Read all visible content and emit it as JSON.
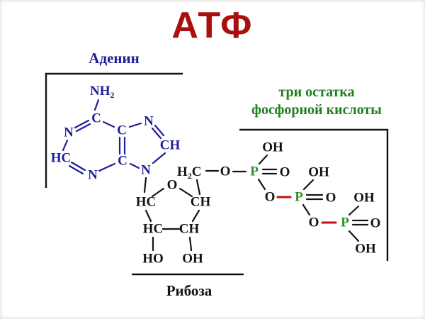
{
  "title": "АТФ",
  "labels": {
    "adenine": "Аденин",
    "phosphates_line1": "три остатка",
    "phosphates_line2": "фосфорной кислоты",
    "ribose": "Рибоза"
  },
  "colors": {
    "background": "#ffffff",
    "title": "#aa0f0f",
    "adenine": "#1e1e99",
    "phosphate_label": "#1f7e1f",
    "phosphorus": "#2f8f2f",
    "high_energy_bond": "#c01010",
    "structure": "#141414"
  },
  "atoms": {
    "adenine": {
      "nh2_main": "NH",
      "nh2_sub": "2",
      "c6": "C",
      "n1": "N",
      "c2": "HC",
      "n3": "N",
      "c4": "C",
      "c5": "C",
      "n7": "N",
      "c8": "CH",
      "n9": "N"
    },
    "ribose": {
      "h2c_h": "H",
      "h2c_sub": "2",
      "h2c_c": "C",
      "ring_o": "O",
      "c1": "HC",
      "c4": "CH",
      "c3": "HC",
      "c2": "CH",
      "c3_oh": "HO",
      "c2_oh": "OH"
    },
    "phosphates": {
      "ester_o": "O",
      "p1": "P",
      "p1_oh": "OH",
      "p1_double_o": "O",
      "bridge_o1": "O",
      "p2": "P",
      "p2_oh": "OH",
      "p2_double_o": "O",
      "bridge_o2": "O",
      "p3": "P",
      "p3_oh_top": "OH",
      "p3_double_o": "O",
      "p3_oh_bottom": "OH"
    }
  }
}
